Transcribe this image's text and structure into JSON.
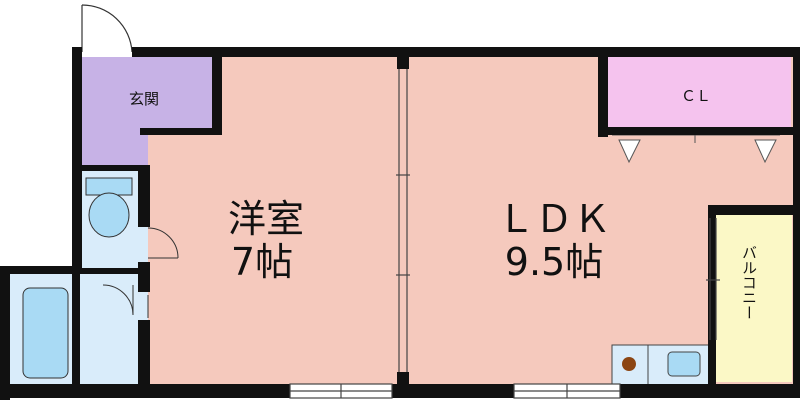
{
  "plan": {
    "colors": {
      "wall": "#111111",
      "genkan": "#c7b2e6",
      "room": "#f5c9bd",
      "closet": "#f5c3ee",
      "balcony": "#fbf8c6",
      "wet_area": "#d9ecfa",
      "fixture": "#a9daf4",
      "stove": "#8b4513"
    },
    "rooms": {
      "genkan": {
        "label": "玄関"
      },
      "western_room": {
        "name": "洋室",
        "size": "7帖"
      },
      "ldk": {
        "name": "ＬＤＫ",
        "size": "9.5帖"
      },
      "closet": {
        "label": "ＣＬ"
      },
      "balcony": {
        "label": "バルコニー"
      }
    }
  }
}
